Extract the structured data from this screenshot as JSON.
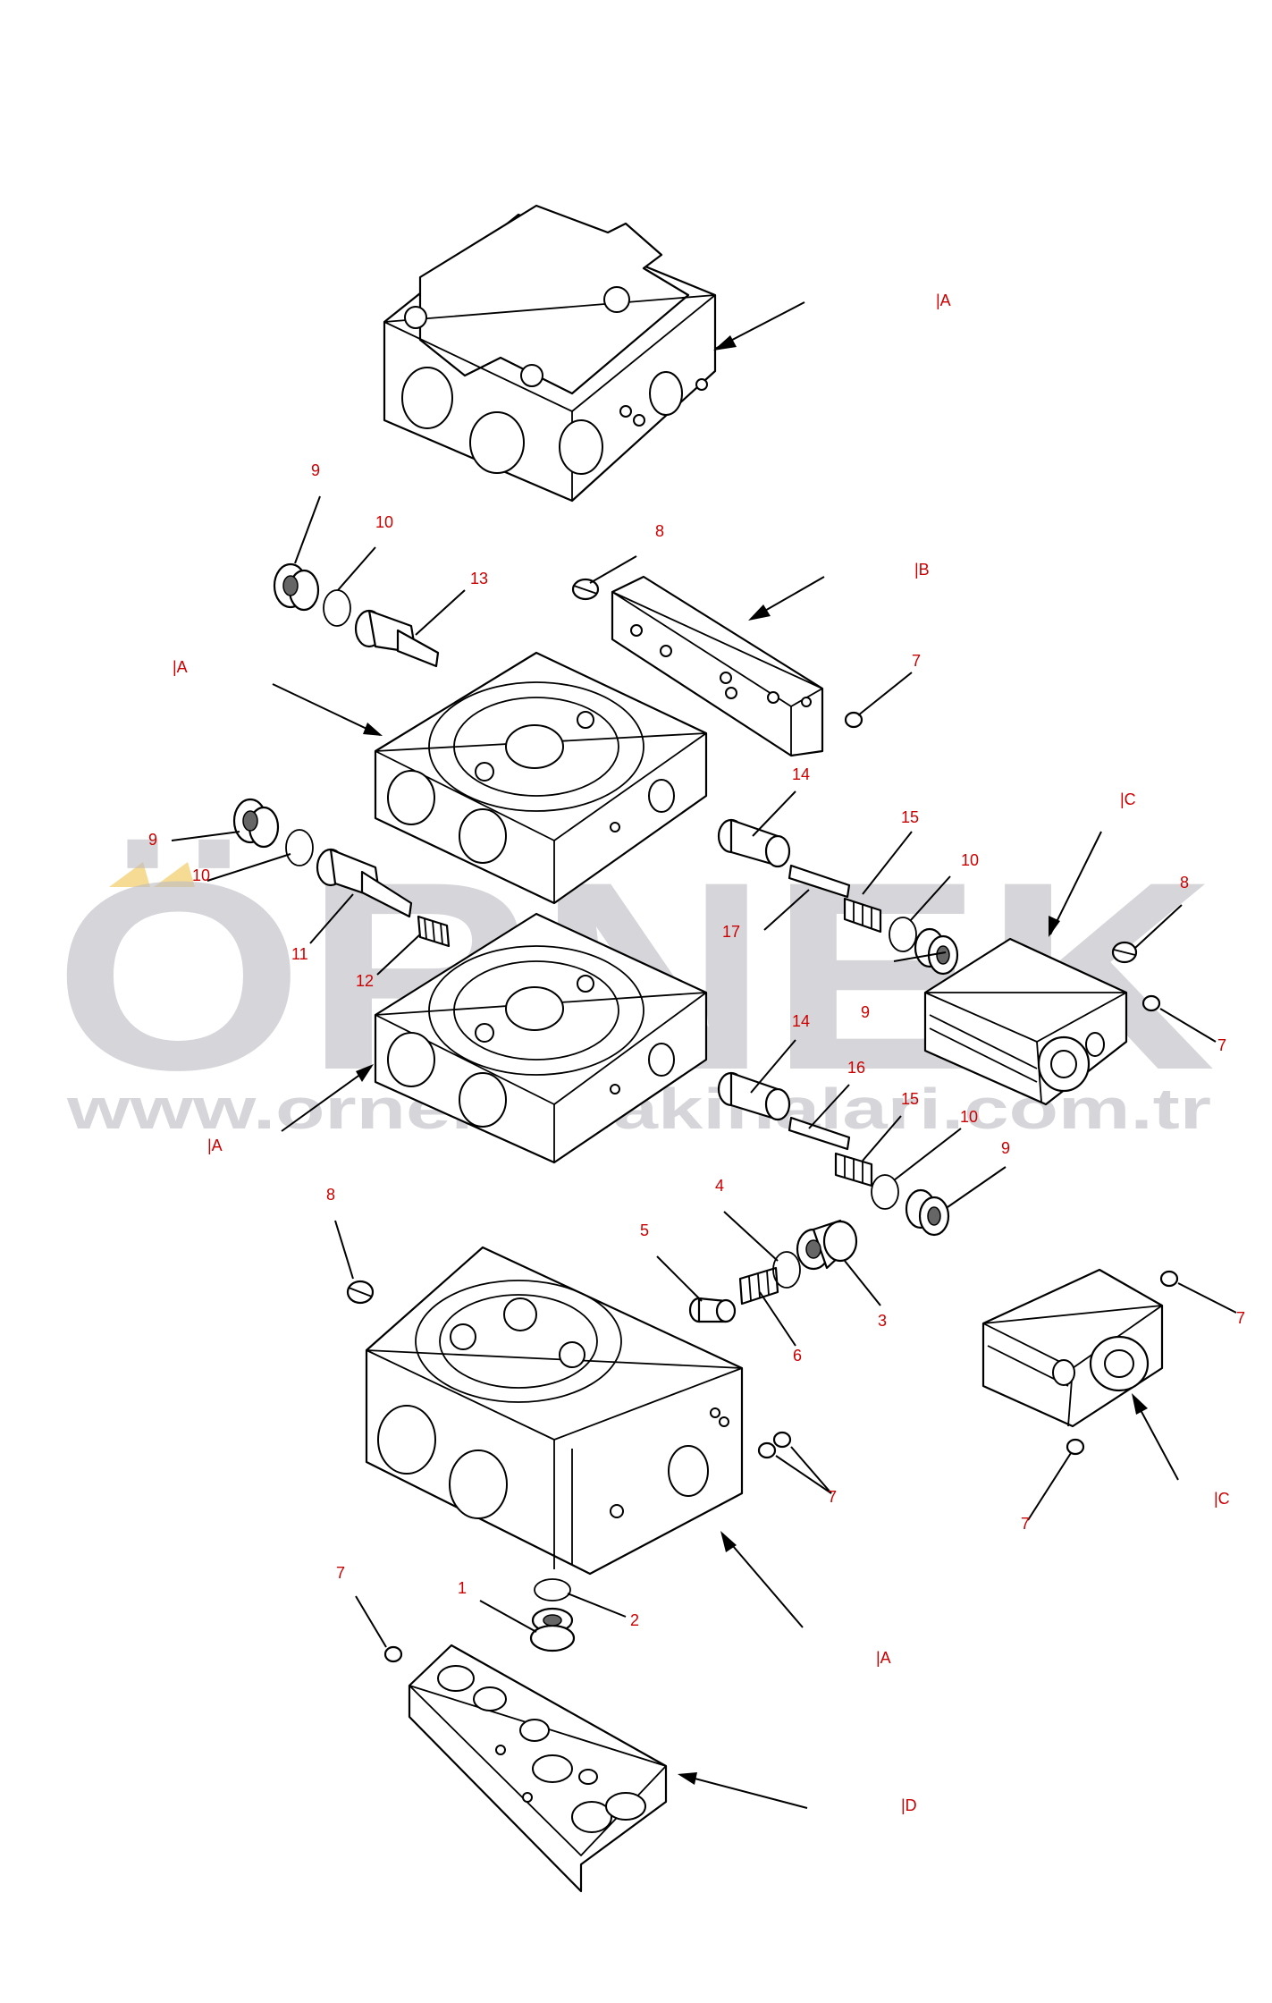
{
  "callouts": [
    {
      "id": "c-A1",
      "text": "|A"
    },
    {
      "id": "c-9a",
      "text": "9"
    },
    {
      "id": "c-10a",
      "text": "10"
    },
    {
      "id": "c-13",
      "text": "13"
    },
    {
      "id": "c-8a",
      "text": "8"
    },
    {
      "id": "c-B",
      "text": "|B"
    },
    {
      "id": "c-7a",
      "text": "7"
    },
    {
      "id": "c-A2",
      "text": "|A"
    },
    {
      "id": "c-14a",
      "text": "14"
    },
    {
      "id": "c-C1",
      "text": "|C"
    },
    {
      "id": "c-15a",
      "text": "15"
    },
    {
      "id": "c-10b",
      "text": "10"
    },
    {
      "id": "c-8b",
      "text": "8"
    },
    {
      "id": "c-9b",
      "text": "9"
    },
    {
      "id": "c-10c",
      "text": "10"
    },
    {
      "id": "c-17",
      "text": "17"
    },
    {
      "id": "c-11",
      "text": "11"
    },
    {
      "id": "c-12",
      "text": "12"
    },
    {
      "id": "c-9c",
      "text": "9"
    },
    {
      "id": "c-7b",
      "text": "7"
    },
    {
      "id": "c-14b",
      "text": "14"
    },
    {
      "id": "c-16",
      "text": "16"
    },
    {
      "id": "c-A3",
      "text": "|A"
    },
    {
      "id": "c-15b",
      "text": "15"
    },
    {
      "id": "c-10d",
      "text": "10"
    },
    {
      "id": "c-9d",
      "text": "9"
    },
    {
      "id": "c-8c",
      "text": "8"
    },
    {
      "id": "c-4",
      "text": "4"
    },
    {
      "id": "c-5",
      "text": "5"
    },
    {
      "id": "c-3",
      "text": "3"
    },
    {
      "id": "c-6",
      "text": "6"
    },
    {
      "id": "c-7c",
      "text": "7"
    },
    {
      "id": "c-7d",
      "text": "7"
    },
    {
      "id": "c-7e",
      "text": "7"
    },
    {
      "id": "c-C2",
      "text": "|C"
    },
    {
      "id": "c-1",
      "text": "1"
    },
    {
      "id": "c-2",
      "text": "2"
    },
    {
      "id": "c-7f",
      "text": "7"
    },
    {
      "id": "c-A4",
      "text": "|A"
    },
    {
      "id": "c-D",
      "text": "|D"
    }
  ],
  "watermark": {
    "brand": "ÖRNEK",
    "url": "www.orneksmakinalari.com.tr"
  },
  "colors": {
    "callout": "#cc0000",
    "watermark": "#bdbdc4",
    "watermark_accent": "#f4d27a"
  }
}
